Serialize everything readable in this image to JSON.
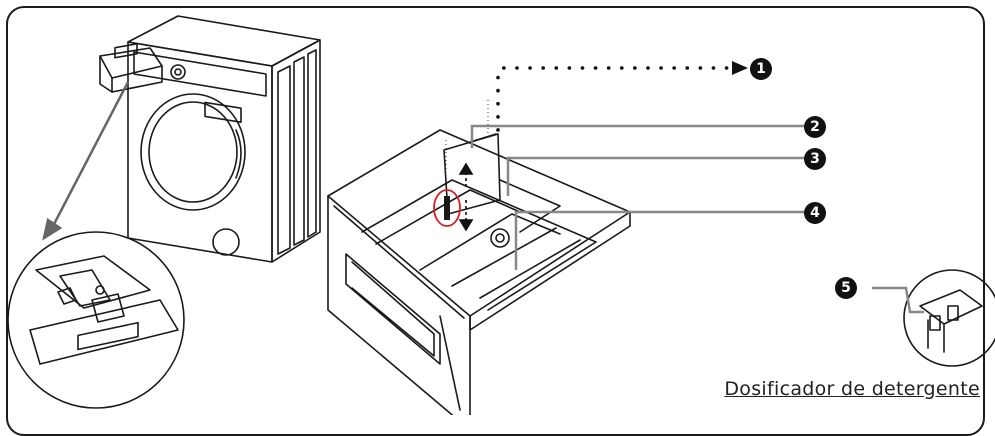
{
  "callouts": [
    "1",
    "2",
    "3",
    "4",
    "5"
  ],
  "caption": "Dosificador de detergente"
}
